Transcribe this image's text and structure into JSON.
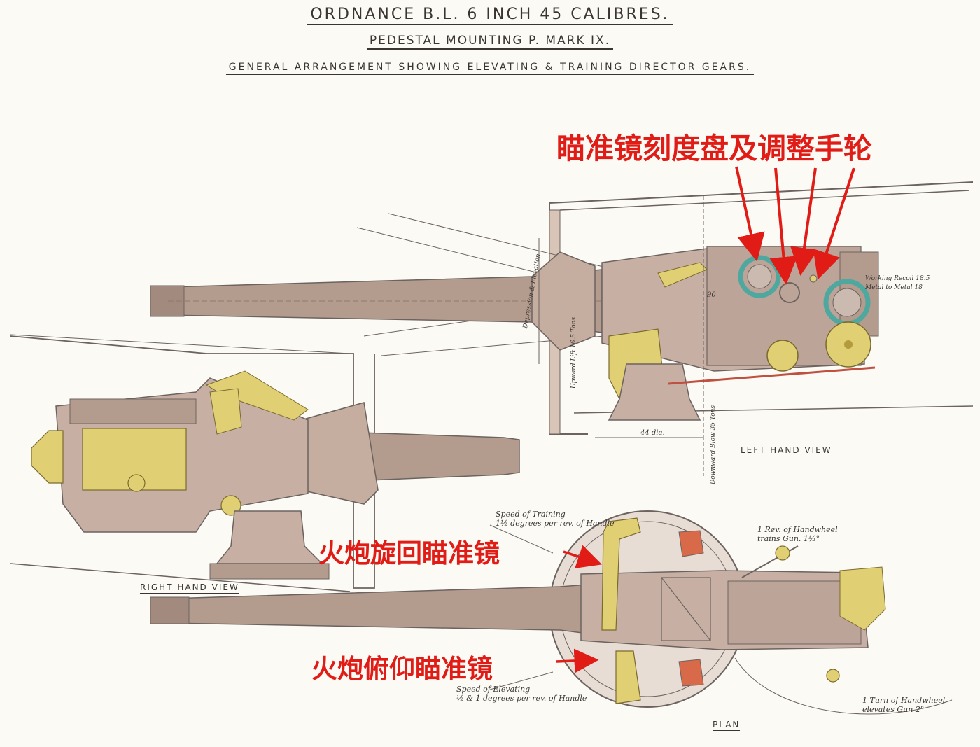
{
  "titles": {
    "line1": "ORDNANCE B.L. 6 INCH 45 CALIBRES.",
    "line2": "PEDESTAL MOUNTING P. MARK IX.",
    "line3": "GENERAL ARRANGEMENT SHOWING ELEVATING & TRAINING DIRECTOR GEARS."
  },
  "views": {
    "left": "LEFT HAND VIEW",
    "right": "RIGHT HAND VIEW",
    "plan": "PLAN"
  },
  "annotations": {
    "sight_dials": "瞄准镜刻度盘及调整手轮",
    "training_sight": "火炮旋回瞄准镜",
    "elevating_sight": "火炮俯仰瞄准镜"
  },
  "notes": {
    "speed_training_1": "Speed of Training",
    "speed_training_2": "1½ degrees per rev. of Handle",
    "speed_elevating_1": "Speed of Elevating",
    "speed_elevating_2": "½ & 1 degrees per rev. of Handle",
    "handwheel_trains_1": "1 Rev. of Handwheel",
    "handwheel_trains_2": "trains Gun. 1½°",
    "handwheel_elevates_1": "1 Turn of Handwheel",
    "handwheel_elevates_2": "elevates Gun 2°",
    "working_recoil": "Working Recoil 18.5",
    "metal_to_metal": "Metal to Metal 18",
    "dia": "44 dia.",
    "upward_lift": "Upward Lift 16.5 Tons",
    "downward_blow": "Downward Blow 35 Tons",
    "depression": "Depression & Elevation",
    "dim_90": "90"
  },
  "colors": {
    "barrel": "#b39c8e",
    "barrel_shadow": "#8f7a6f",
    "brass": "#e1cf74",
    "brass_dark": "#b39a3c",
    "teal": "#4fa8a0",
    "red_fitting": "#d86a4a",
    "annotation_red": "#e11c16",
    "ink": "#3a3532"
  }
}
